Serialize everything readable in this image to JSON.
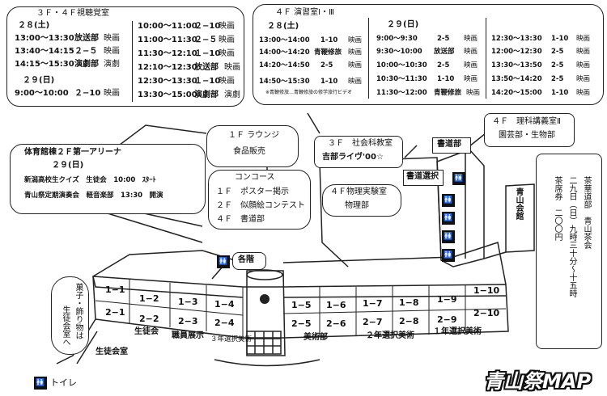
{
  "bubble1": {
    "title": "３Ｆ・４Ｆ視聴覚室",
    "d28": "２８(土)",
    "d29": "２９(日)",
    "left": [
      {
        "time": "13:00～13:30",
        "who": "放送部",
        "what": "映画"
      },
      {
        "time": "13:40～14:15",
        "who": "２−５",
        "what": "映画"
      },
      {
        "time": "14:15～15:30",
        "who": "演劇部",
        "what": "演劇"
      }
    ],
    "left29": [
      {
        "time": "9:00～10:00",
        "who": "２−10",
        "what": "映画"
      }
    ],
    "right": [
      {
        "time": "10:00～11:00",
        "who": "２−10",
        "what": "映画"
      },
      {
        "time": "11:00～11:30",
        "who": "２−５",
        "what": "映画"
      },
      {
        "time": "11:30～12:10",
        "who": "１−10",
        "what": "映画"
      },
      {
        "time": "12:10～12:30",
        "who": "放送部",
        "what": "映画"
      },
      {
        "time": "12:30～13:30",
        "who": "１−10",
        "what": "映画"
      },
      {
        "time": "13:30～15:00",
        "who": "演劇部",
        "what": "演劇"
      }
    ]
  },
  "bubble2": {
    "title": "４Ｆ 演習室Ⅰ・Ⅲ",
    "d28": "２８(土)",
    "d29": "２９(日)",
    "col1": [
      {
        "time": "13:00～14:00",
        "who": "1-10",
        "what": "映画"
      },
      {
        "time": "14:00～14:20",
        "who": "青鞭修旅",
        "what": "映画"
      },
      {
        "time": "14:20～14:50",
        "who": "2-5",
        "what": "映画"
      },
      {
        "time": "14:50～15:30",
        "who": "1-10",
        "what": "映画"
      }
    ],
    "note": "※青鞭修旅…青鞭修旅の修学旅行ビデオ",
    "col2": [
      {
        "time": "9:00～9:30",
        "who": "2-5",
        "what": "映画"
      },
      {
        "time": "9:30～10:00",
        "who": "放送部",
        "what": "映画"
      },
      {
        "time": "10:00～10:30",
        "who": "2-5",
        "what": "映画"
      },
      {
        "time": "10:30～11:30",
        "who": "1-10",
        "what": "映画"
      },
      {
        "time": "11:30～12:00",
        "who": "青鞭修旅",
        "what": "映画"
      }
    ],
    "col3": [
      {
        "time": "12:30～13:30",
        "who": "1-10",
        "what": "映画"
      },
      {
        "time": "12:00～12:30",
        "who": "2-5",
        "what": "映画"
      },
      {
        "time": "13:30～13:50",
        "who": "2-5",
        "what": "映画"
      },
      {
        "time": "13:50～14:20",
        "who": "2-5",
        "what": "映画"
      },
      {
        "time": "14:20～15:00",
        "who": "1-10",
        "what": "映画"
      }
    ]
  },
  "gym": {
    "title": "体育館棟２Ｆ第一アリーナ",
    "date": "２９(日)",
    "ev1": "新潟高校生クイズ　生徒会　10:00　ｽﾀｰﾄ",
    "ev2": "青山祭定期演奏会　軽音楽部　13:30　開演"
  },
  "lounge": {
    "l1": "１Ｆ ラウンジ",
    "l2": "食品販売"
  },
  "concourse": {
    "l1": "コンコース",
    "l2": "１Ｆ　ポスター掲示",
    "l3": "２Ｆ　似顔絵コンテスト",
    "l4": "４Ｆ　書道部"
  },
  "social": {
    "l1": "３Ｆ　社会科教室",
    "l2": "吉部ライヴ'00☆"
  },
  "shodo": "書道部",
  "shodo_sentaku": "書道選択",
  "physics": {
    "l1": "４Ｆ物理実験室",
    "l2": "物理部"
  },
  "science": {
    "l1": "４Ｆ　理科講義室Ⅱ",
    "l2": "園芸部・生物部"
  },
  "aoyama": {
    "building": "青山会館",
    "tea": "茶華道部　青山茶会",
    "time": "二九日（日）九時三十分～十五時",
    "ticket": "茶席券　二〇〇円"
  },
  "kakukai": "各階",
  "rooms_upper": [
    "1−1",
    "1−2",
    "1−3",
    "1−4",
    "1−5",
    "1−6",
    "1−7",
    "1−8",
    "1−9",
    "1−10"
  ],
  "rooms_lower": [
    "2−1",
    "2−2",
    "2−3",
    "2−4",
    "2−5",
    "2−6",
    "2−7",
    "2−8",
    "2−9",
    "2−10"
  ],
  "labels": {
    "seitokai": "生徒会",
    "shokuin": "職員展示",
    "sannen": "３年選択美術",
    "bijutsu": "美術部",
    "ninen": "２年選択美術",
    "ichinen": "１年選択美術",
    "seitokaishitsu": "生徒会室"
  },
  "sweets": {
    "a": "菓子・飾り物は",
    "b": "生徒会室へ"
  },
  "legend": "トイレ",
  "logo": "青山祭MAP"
}
